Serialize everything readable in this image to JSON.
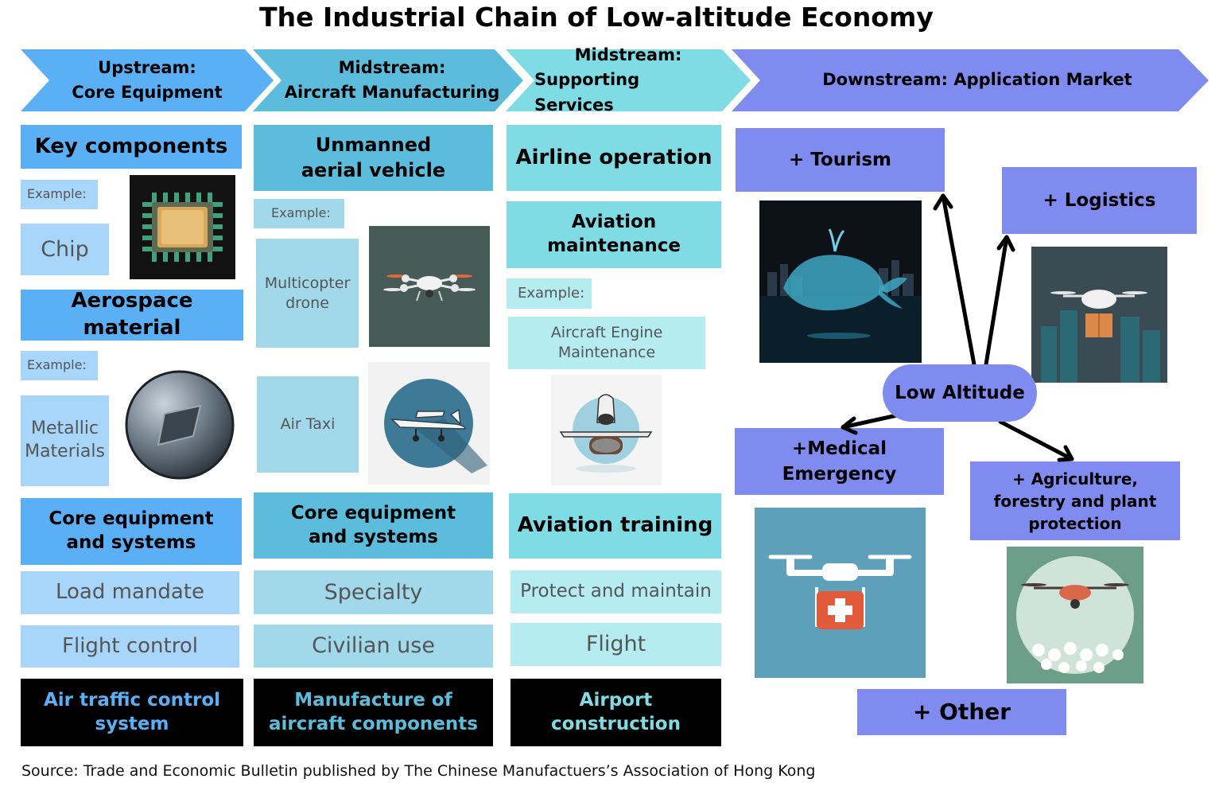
{
  "title": "The Industrial Chain of Low-altitude Economy",
  "stages": [
    {
      "line1": "Upstream:",
      "line2": "Core Equipment",
      "color": "#5aaff5"
    },
    {
      "line1": "Midstream:",
      "line2": "Aircraft Manufacturing",
      "color": "#5bbcdb"
    },
    {
      "line1": "Midstream:",
      "line2": "Supporting Services",
      "color": "#7fdbe4"
    },
    {
      "line1": "Downstream: Application Market",
      "line2": "",
      "color": "#7f8bee"
    }
  ],
  "upstream": {
    "key_components": "Key components",
    "example1": "Example:",
    "chip": "Chip",
    "aerospace_material": "Aerospace material",
    "example2": "Example:",
    "metallic": "Metallic Materials",
    "core_systems": "Core equipment and systems",
    "load_mandate": "Load mandate",
    "flight_control": "Flight control",
    "atc": "Air traffic control system"
  },
  "midstream_mfg": {
    "uav": "Unmanned aerial vehicle",
    "example": "Example:",
    "multicopter": "Multicopter drone",
    "air_taxi": "Air Taxi",
    "core_systems": "Core equipment and systems",
    "specialty": "Specialty",
    "civilian": "Civilian use",
    "components": "Manufacture of aircraft components"
  },
  "midstream_svc": {
    "airline": "Airline operation",
    "maintenance": "Aviation maintenance",
    "example": "Example:",
    "engine": "Aircraft Engine Maintenance",
    "training": "Aviation training",
    "protect": "Protect and maintain",
    "flight": "Flight",
    "airport": "Airport construction"
  },
  "downstream": {
    "center": "Low Altitude",
    "tourism": "+ Tourism",
    "logistics": "+ Logistics",
    "medical": "+Medical Emergency",
    "agriculture": "+ Agriculture, forestry and plant protection",
    "other": "+ Other"
  },
  "source": "Source: Trade and Economic Bulletin published by The Chinese Manufactuers’s Association of Hong Kong",
  "colors": {
    "upstream_dark": "#5aaff5",
    "upstream_light": "#a7d6fa",
    "mfg_dark": "#5bbcdb",
    "mfg_light": "#a2d9ea",
    "svc_dark": "#7fdbe4",
    "svc_light": "#b5ecf1",
    "app": "#7f8bee"
  },
  "icons": [
    "chip-icon",
    "metal-disc-icon",
    "drone-icon",
    "airplane-icon",
    "jet-engine-icon",
    "whale-icon",
    "delivery-drone-icon",
    "medical-drone-icon",
    "agri-drone-icon"
  ]
}
